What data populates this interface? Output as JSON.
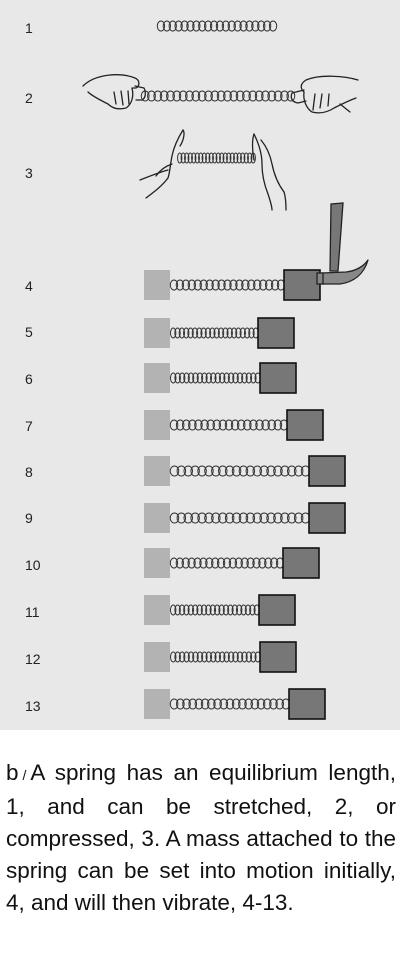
{
  "figure": {
    "row_numbers": [
      "1",
      "2",
      "3",
      "4",
      "5",
      "6",
      "7",
      "8",
      "9",
      "10",
      "11",
      "12",
      "13"
    ],
    "colors": {
      "panel_background": "#e8e8e8",
      "wall": "#b3b3b3",
      "mass": "#777777",
      "spring": "#333333"
    },
    "icons": [
      "hand-icon",
      "hammer-icon"
    ]
  },
  "caption": {
    "label": "b",
    "separator": "/",
    "text": "A spring has an equilibrium length, 1, and can be stretched, 2, or compressed, 3. A mass attached to the spring can be set into motion initially, 4, and will then vibrate, 4-13."
  }
}
